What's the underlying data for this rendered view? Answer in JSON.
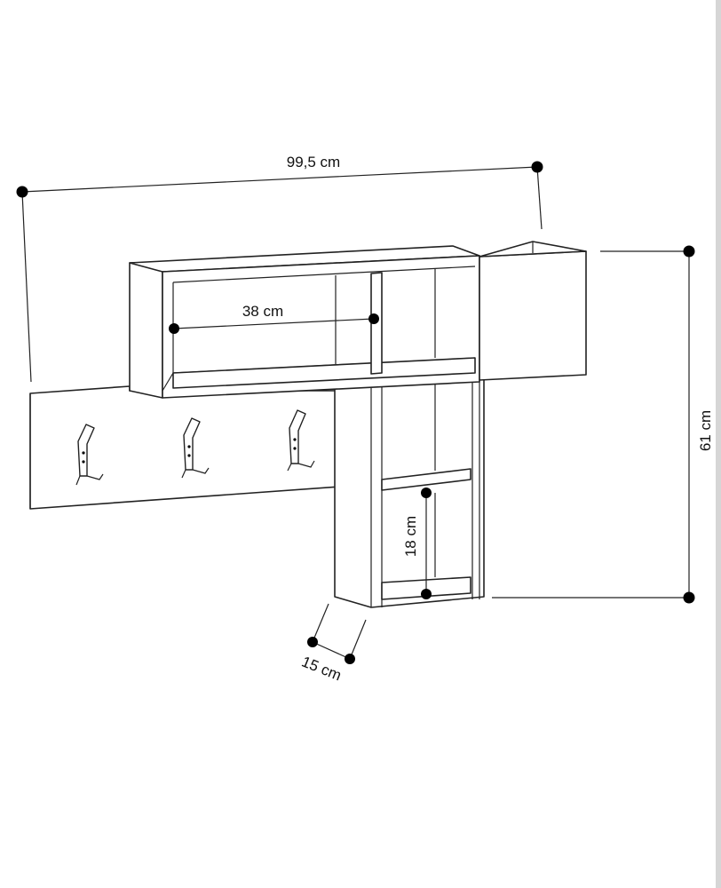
{
  "dimensions": {
    "width_total": "99,5 cm",
    "inner_width": "38 cm",
    "height_total": "61 cm",
    "cube_height": "18 cm",
    "depth": "15 cm"
  },
  "product": {
    "hook_count": 3,
    "colors": {
      "line": "#222222",
      "dot": "#000000",
      "background": "#ffffff"
    }
  }
}
